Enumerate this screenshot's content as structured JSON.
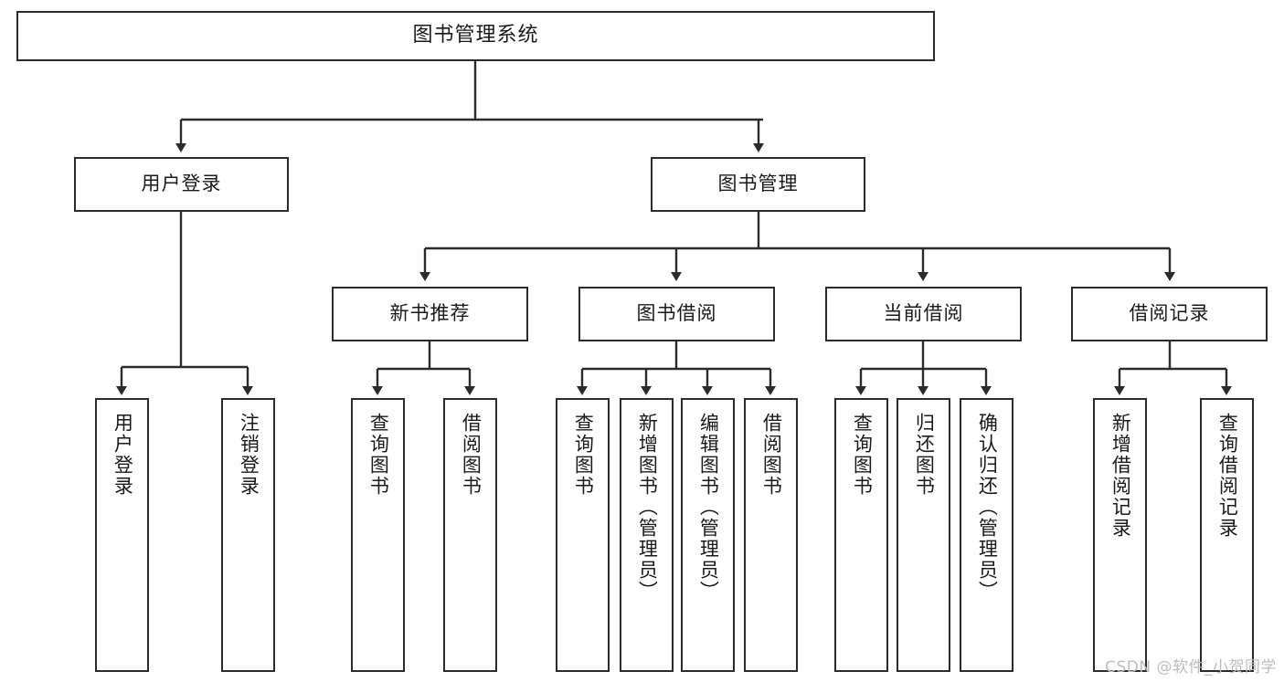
{
  "diagram": {
    "title": "图书管理系统",
    "type": "tree-hierarchy-chart",
    "root": {
      "label": "图书管理系统"
    },
    "level1": [
      {
        "label": "用户登录"
      },
      {
        "label": "图书管理"
      }
    ],
    "level2": [
      {
        "label": "新书推荐",
        "parent": "图书管理"
      },
      {
        "label": "图书借阅",
        "parent": "图书管理"
      },
      {
        "label": "当前借阅",
        "parent": "图书管理"
      },
      {
        "label": "借阅记录",
        "parent": "图书管理"
      }
    ],
    "leaves": {
      "user_login": [
        {
          "label": "用户登录"
        },
        {
          "label": "注销登录"
        }
      ],
      "new_book_recommend": [
        {
          "label": "查询图书"
        },
        {
          "label": "借阅图书"
        }
      ],
      "book_borrow": [
        {
          "label": "查询图书"
        },
        {
          "label": "新增图书（管理员）"
        },
        {
          "label": "编辑图书（管理员）"
        },
        {
          "label": "借阅图书"
        }
      ],
      "current_borrow": [
        {
          "label": "查询图书"
        },
        {
          "label": "归还图书"
        },
        {
          "label": "确认归还（管理员）"
        }
      ],
      "borrow_record": [
        {
          "label": "新增借阅记录"
        },
        {
          "label": "查询借阅记录"
        }
      ]
    }
  },
  "watermark": {
    "text": "CSDN @软件_小贺同学"
  },
  "colors": {
    "stroke": "#2b2b2b",
    "fill": "#ffffff",
    "text": "#1a1a1a",
    "watermark": "#bdbdbd"
  }
}
